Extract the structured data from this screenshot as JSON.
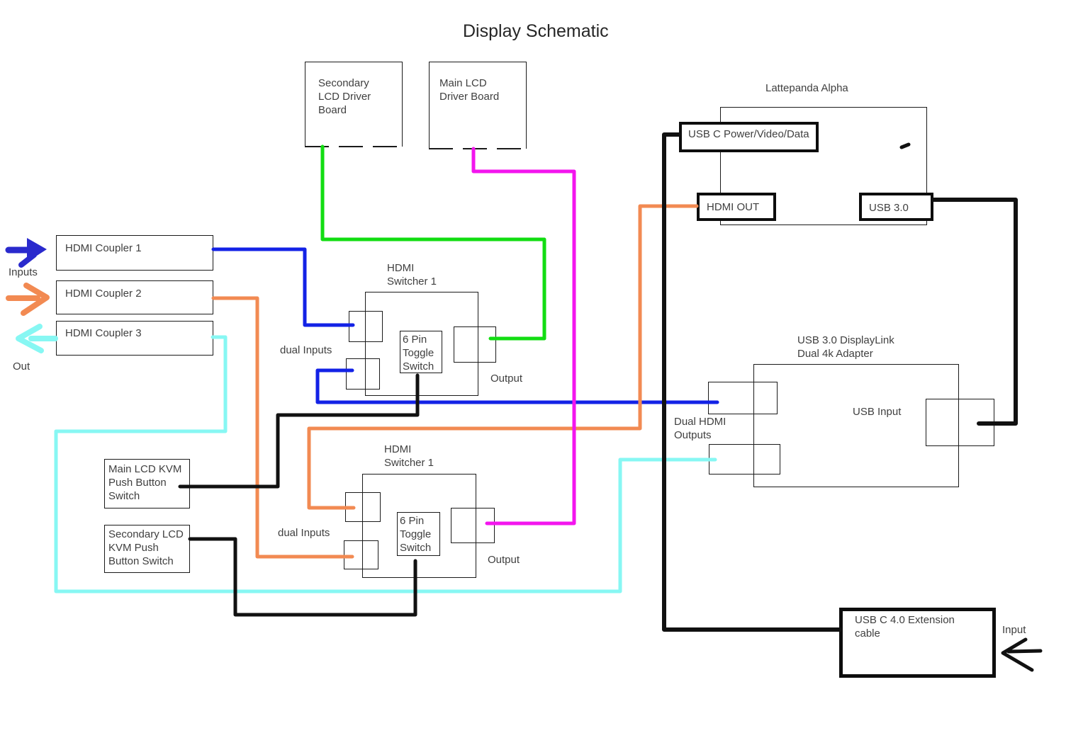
{
  "title": "Display Schematic",
  "colors": {
    "blue": "#1322e6",
    "blue_arrow": "#2a2acd",
    "orange": "#f28a52",
    "cyan": "#87f7f3",
    "green": "#12dd12",
    "magenta": "#f315ee",
    "black": "#111111",
    "edge": "#1a1a1a"
  },
  "left_panel": {
    "inputs_label": "Inputs",
    "out_label": "Out",
    "couplers": [
      "HDMI Coupler 1",
      "HDMI Coupler 2",
      "HDMI Coupler 3"
    ]
  },
  "driver_boards": {
    "secondary": "Secondary\nLCD Driver\nBoard",
    "main": "Main LCD\nDriver Board"
  },
  "lattepanda": {
    "label": "Lattepanda Alpha",
    "usb_c": "USB C Power/Video/Data",
    "hdmi_out": "HDMI OUT",
    "usb_30": "USB 3.0"
  },
  "switcher1": {
    "label": "HDMI\nSwitcher 1",
    "toggle": "6 Pin\nToggle\nSwitch",
    "dual_inputs": "dual Inputs",
    "output": "Output"
  },
  "switcher2": {
    "label": "HDMI\nSwitcher 1",
    "toggle": "6 Pin\nToggle\nSwitch",
    "dual_inputs": "dual Inputs",
    "output": "Output"
  },
  "displaylink": {
    "label": "USB 3.0 DisplayLink\nDual 4k Adapter",
    "usb_input": "USB Input",
    "dual_hdmi": "Dual HDMI\nOutputs"
  },
  "kvm": {
    "main": "Main LCD KVM\nPush Button\nSwitch",
    "secondary": "Secondary LCD\nKVM Push\nButton Switch"
  },
  "extension": {
    "label": "USB C 4.0 Extension\ncable",
    "input_label": "Input"
  }
}
